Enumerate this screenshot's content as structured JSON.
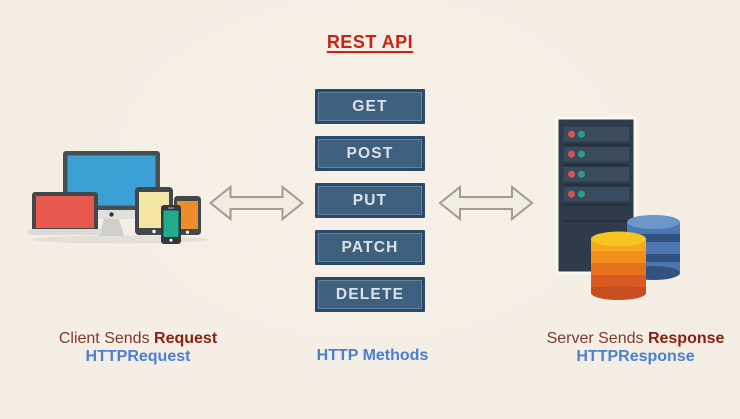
{
  "title": {
    "text": "REST API"
  },
  "client": {
    "caption_regular": "Client Sends ",
    "caption_bold": "Request",
    "subcaption": "HTTPRequest"
  },
  "methods": {
    "caption": "HTTP Methods",
    "buttons": [
      {
        "label": "GET"
      },
      {
        "label": "POST"
      },
      {
        "label": "PUT"
      },
      {
        "label": "PATCH"
      },
      {
        "label": "DELETE"
      }
    ]
  },
  "server": {
    "caption_regular": "Server Sends ",
    "caption_bold": "Response",
    "subcaption": "HTTPResponse"
  },
  "icons": {
    "left": "client-devices-icon",
    "center_left_arrow": "double-arrow-icon",
    "center_right_arrow": "double-arrow-icon",
    "right": "server-databases-icon"
  },
  "colors": {
    "background": "#f3ece2",
    "title_red": "#d02012",
    "caption_maroon": "#7f3a30",
    "caption_maroon_bold": "#8c2013",
    "caption_blue": "#4b7fd1",
    "button_fill": "#3e5f7d",
    "button_border": "#2b4a69",
    "button_text": "#dce2e8",
    "arrow_fill": "#f2ede3",
    "arrow_stroke": "#a29b8e"
  }
}
